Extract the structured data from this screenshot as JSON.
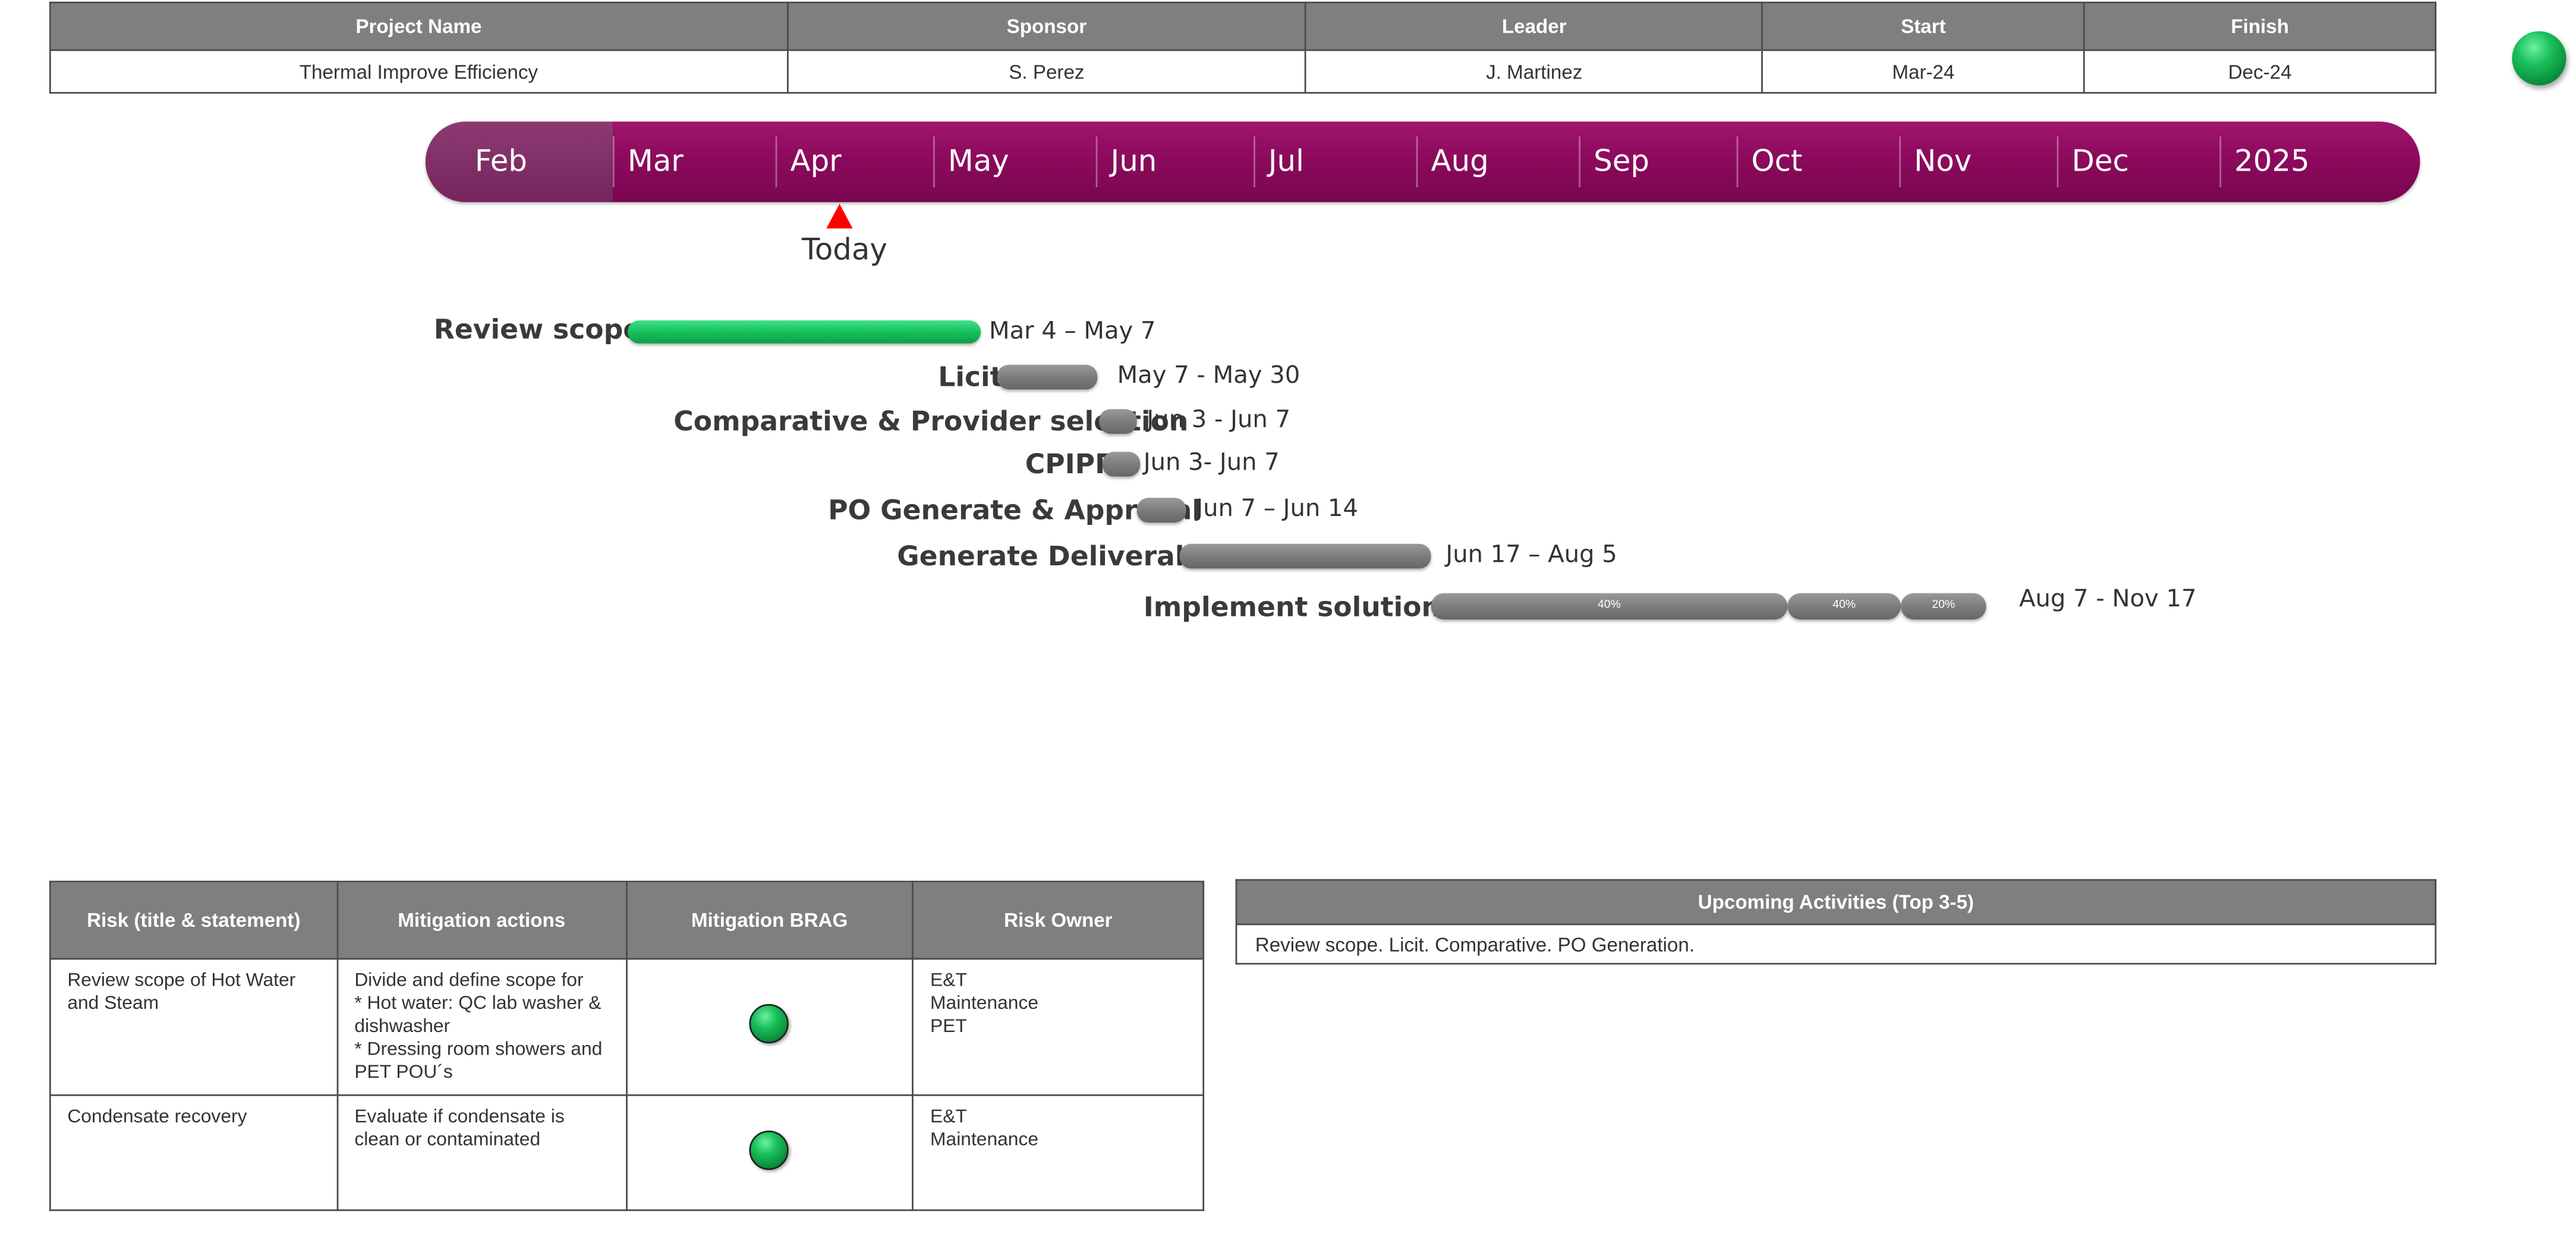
{
  "project_table": {
    "headers": [
      "Project Name",
      "Sponsor",
      "Leader",
      "Start",
      "Finish"
    ],
    "values": [
      "Thermal Improve Efficiency",
      "S. Perez",
      "J. Martinez",
      "Mar-24",
      "Dec-24"
    ]
  },
  "status_color": "#19c05a",
  "timeline": {
    "months": [
      "Feb",
      "Mar",
      "Apr",
      "May",
      "Jun",
      "Jul",
      "Aug",
      "Sep",
      "Oct",
      "Nov",
      "Dec",
      "2025"
    ],
    "current_month": "Feb",
    "today_label": "Today",
    "bar_color": "#8c0a5c",
    "today_color": "#ff0000"
  },
  "tasks": [
    {
      "label": "Review  scope",
      "dates": "Mar 4 – May 7",
      "status": "green"
    },
    {
      "label": "Licit",
      "dates": "May 7 - May 30",
      "status": "gray"
    },
    {
      "label": "Comparative & Provider selection",
      "dates": "Jun 3 - Jun 7",
      "status": "gray"
    },
    {
      "label": "CPIPR",
      "dates": "Jun 3- Jun 7",
      "status": "gray"
    },
    {
      "label": "PO Generate & Approval",
      "dates": "Jun 7 – Jun 14",
      "status": "gray"
    },
    {
      "label": "Generate Deliverables",
      "dates": "Jun 17 – Aug 5",
      "status": "gray"
    },
    {
      "label": "Implement solution",
      "dates": "Aug 7 -  Nov 17",
      "status": "gray",
      "segments": [
        "40%",
        "40%",
        "20%"
      ]
    }
  ],
  "risk_table": {
    "headers": [
      "Risk (title & statement)",
      "Mitigation actions",
      "Mitigation BRAG",
      "Risk Owner"
    ],
    "rows": [
      {
        "risk": "Review scope of Hot Water and Steam",
        "mitigation": [
          "Divide and define scope for",
          "* Hot water: QC lab washer & dishwasher",
          "* Dressing room showers and PET POU´s"
        ],
        "brag": "green",
        "owner": [
          "E&T",
          "Maintenance",
          "PET"
        ]
      },
      {
        "risk": "Condensate recovery",
        "mitigation": [
          "Evaluate if condensate is clean or contaminated"
        ],
        "brag": "green",
        "owner": [
          "E&T",
          "Maintenance"
        ]
      }
    ]
  },
  "upcoming": {
    "title": "Upcoming Activities (Top 3-5)",
    "text": "Review scope. Licit. Comparative. PO Generation."
  }
}
